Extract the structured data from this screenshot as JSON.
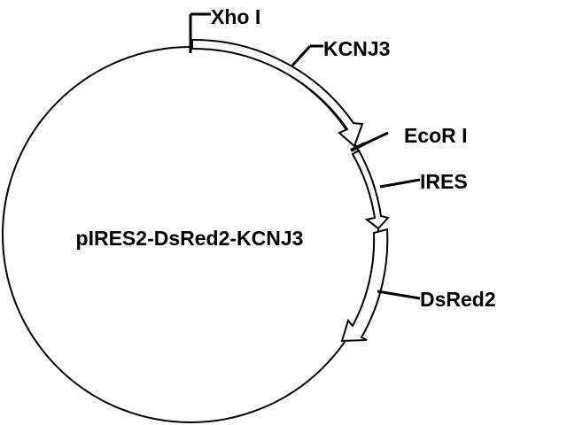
{
  "plasmid": {
    "name": "pIRES2-DsRed2-KCNJ3"
  },
  "features": [
    {
      "label": "KCNJ3"
    },
    {
      "label": "IRES"
    },
    {
      "label": "DsRed2"
    }
  ],
  "sites": [
    {
      "label": "Xho I"
    },
    {
      "label": "EcoR I"
    }
  ],
  "colors": {
    "line": "#000000",
    "arrow_fill": "#ffffff",
    "background": "#ffffff"
  }
}
